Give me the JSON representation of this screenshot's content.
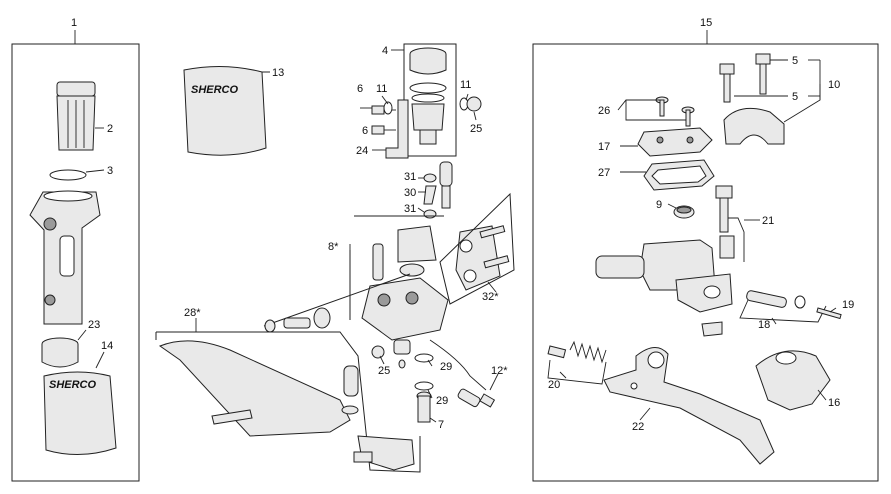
{
  "brand": "SHERCO",
  "callouts": {
    "c1": "1",
    "c2": "2",
    "c3": "3",
    "c4": "4",
    "c5a": "5",
    "c5b": "5",
    "c6a": "6",
    "c6b": "6",
    "c7": "7",
    "c8": "8*",
    "c9": "9",
    "c10": "10",
    "c11a": "11",
    "c11b": "11",
    "c12": "12*",
    "c13": "13",
    "c14": "14",
    "c15": "15",
    "c16": "16",
    "c17": "17",
    "c18": "18",
    "c19": "19",
    "c20": "20",
    "c21": "21",
    "c22": "22",
    "c23": "23",
    "c24": "24",
    "c25a": "25",
    "c25b": "25",
    "c26": "26",
    "c27": "27",
    "c28": "28*",
    "c29a": "29",
    "c29b": "29",
    "c30": "30",
    "c31a": "31",
    "c31b": "31",
    "c32": "32*"
  }
}
